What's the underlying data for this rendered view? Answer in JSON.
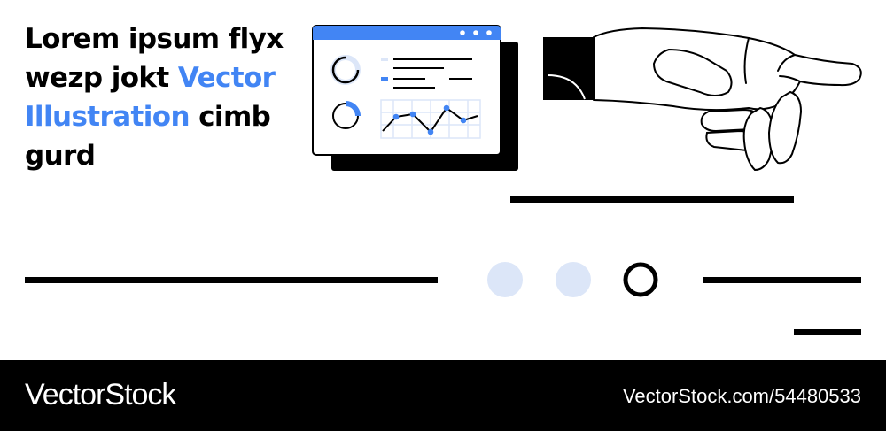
{
  "headline": {
    "part1": "Lorem ipsum flyx wezp jokt ",
    "accent": "Vector Illustration",
    "part2": " cimb gurd"
  },
  "footer": {
    "brand": "VectorStock",
    "id_text": "VectorStock.com/54480533"
  },
  "colors": {
    "accent": "#4285f4",
    "light_accent": "#dce6f8",
    "ink": "#000000",
    "background": "#ffffff"
  },
  "icons": {
    "window": "browser-dashboard-window",
    "hand": "pointing-robot-hand",
    "pagination": "carousel-dots"
  }
}
